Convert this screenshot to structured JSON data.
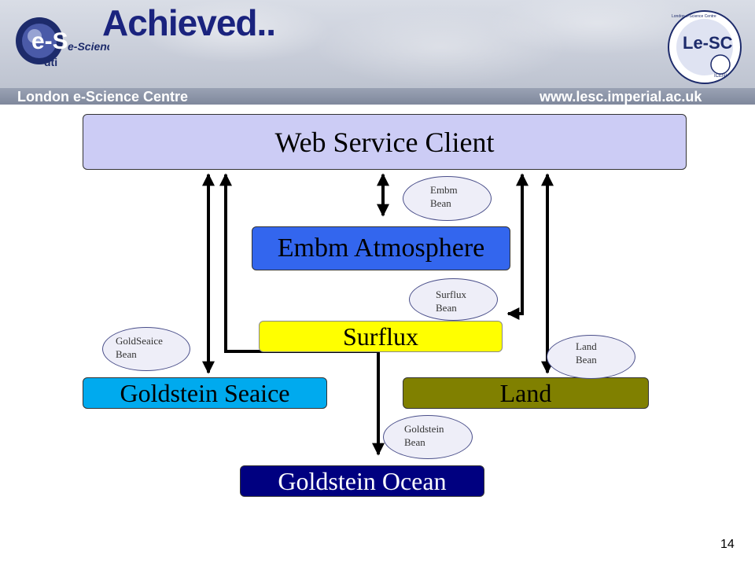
{
  "header": {
    "title": "Achieved..",
    "left_strip": "London e-Science Centre",
    "right_strip": "www.lesc.imperial.ac.uk",
    "logo_left": {
      "brand": "e-Science",
      "sub": "dti"
    },
    "logo_right": {
      "brand": "Le-SC",
      "ring": "London e-Science Centre",
      "badge": "ICENI"
    }
  },
  "diagram": {
    "client": "Web Service Client",
    "embm": "Embm Atmosphere",
    "surflux": "Surflux",
    "seaice": "Goldstein Seaice",
    "land": "Land",
    "ocean": "Goldstein Ocean",
    "beans": {
      "embm": [
        "Embm",
        "Bean"
      ],
      "surflux": [
        "Surflux",
        "Bean"
      ],
      "goldseaice": [
        "GoldSeaice",
        "Bean"
      ],
      "land": [
        "Land",
        "Bean"
      ],
      "goldstein": [
        "Goldstein",
        "Bean"
      ]
    }
  },
  "colors": {
    "client": "#ccccf5",
    "embm": "#3366ee",
    "surflux": "#ffff00",
    "seaice": "#00aaee",
    "land": "#808000",
    "ocean": "#000080"
  },
  "footer": {
    "slide_number": "14"
  }
}
